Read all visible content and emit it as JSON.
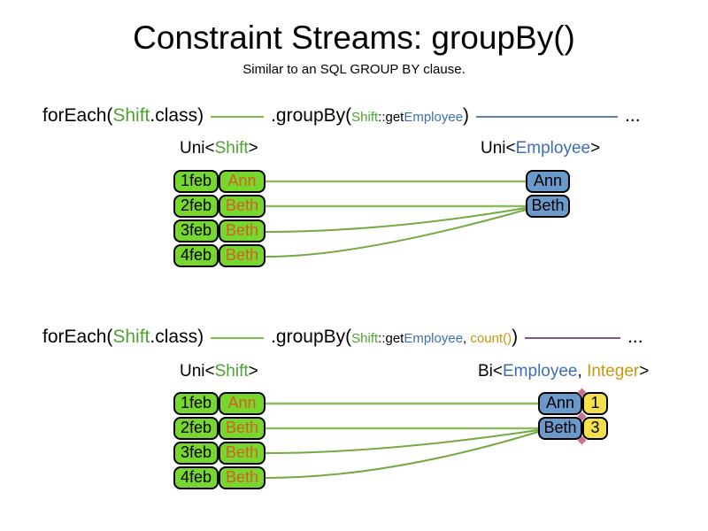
{
  "title": "Constraint Streams: groupBy()",
  "subtitle": "Similar to an SQL GROUP BY clause.",
  "code1": {
    "foreach": "forEach(",
    "shift": "Shift",
    "classclose": ".class)",
    "groupby": ".groupBy(",
    "arg_shift": "Shift",
    "arg_get": "::get",
    "arg_employee": "Employee",
    "close": ")",
    "ellipsis": "..."
  },
  "code2": {
    "foreach": "forEach(",
    "shift": "Shift",
    "classclose": ".class)",
    "groupby": ".groupBy(",
    "arg_shift": "Shift",
    "arg_get": "::get",
    "arg_employee": "Employee",
    "comma": ", ",
    "count": "count()",
    "close": ")",
    "ellipsis": "..."
  },
  "diagram1": {
    "left_type": {
      "pre": "Uni<",
      "name": "Shift",
      "post": ">"
    },
    "right_type": {
      "pre": "Uni<",
      "name": "Employee",
      "post": ">"
    },
    "rows": [
      {
        "date": "1feb",
        "name": "Ann"
      },
      {
        "date": "2feb",
        "name": "Beth"
      },
      {
        "date": "3feb",
        "name": "Beth"
      },
      {
        "date": "4feb",
        "name": "Beth"
      }
    ],
    "groups": [
      {
        "name": "Ann"
      },
      {
        "name": "Beth"
      }
    ]
  },
  "diagram2": {
    "left_type": {
      "pre": "Uni<",
      "name": "Shift",
      "post": ">"
    },
    "right_type": {
      "pre": "Bi<",
      "name1": "Employee",
      "sep": ", ",
      "name2": "Integer",
      "post": ">"
    },
    "rows": [
      {
        "date": "1feb",
        "name": "Ann"
      },
      {
        "date": "2feb",
        "name": "Beth"
      },
      {
        "date": "3feb",
        "name": "Beth"
      },
      {
        "date": "4feb",
        "name": "Beth"
      }
    ],
    "groups": [
      {
        "name": "Ann",
        "count": "1"
      },
      {
        "name": "Beth",
        "count": "3"
      }
    ]
  },
  "colors": {
    "green-box": "#77D62F",
    "green-text": "#4DA32F",
    "orange-text": "#D2621E",
    "blue-box": "#6C99CB",
    "blue-text": "#3D6EB4",
    "gold-text": "#C9980F",
    "yellow-box": "#F5DF4D",
    "line-green-light": "#8FBC5E",
    "line-green": "#74A93F",
    "line-blue": "#5F80AC",
    "line-purple": "#7A5B8D",
    "diamond-pink": "#C9738F",
    "code-link-green": "#7CBE4A"
  }
}
